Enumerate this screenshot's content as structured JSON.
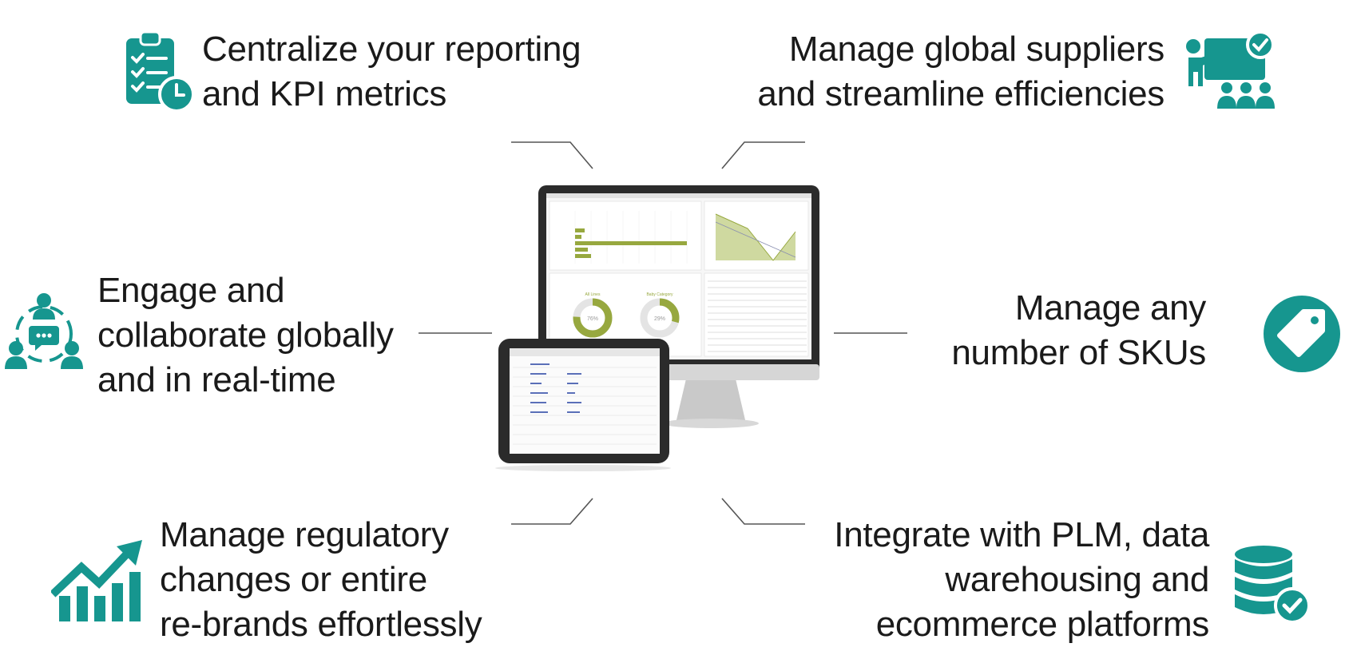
{
  "theme": {
    "accent": "#16968f",
    "text": "#1a1a1a",
    "connector": "#555555",
    "chart_green": "#97a83f"
  },
  "features": {
    "reporting": {
      "icon": "clipboard-clock-icon",
      "lines": [
        "Centralize your reporting",
        "and KPI metrics"
      ]
    },
    "suppliers": {
      "icon": "presentation-audience-icon",
      "lines": [
        "Manage global suppliers",
        "and streamline efficiencies"
      ]
    },
    "collaborate": {
      "icon": "team-chat-icon",
      "lines": [
        "Engage and",
        "collaborate globally",
        "and in real-time"
      ]
    },
    "skus": {
      "icon": "price-tag-icon",
      "lines": [
        "Manage any",
        "number of SKUs"
      ]
    },
    "regulatory": {
      "icon": "growth-chart-icon",
      "lines": [
        "Manage regulatory",
        "changes or entire",
        "re-brands effortlessly"
      ]
    },
    "integrate": {
      "icon": "database-check-icon",
      "lines": [
        "Integrate with PLM, data",
        "warehousing and",
        "ecommerce platforms"
      ]
    }
  },
  "device_mockup": {
    "monitor": {
      "donut_all": "76%",
      "donut_baby": "29%",
      "label_all": "All Lines",
      "label_baby": "Baby Category"
    }
  }
}
